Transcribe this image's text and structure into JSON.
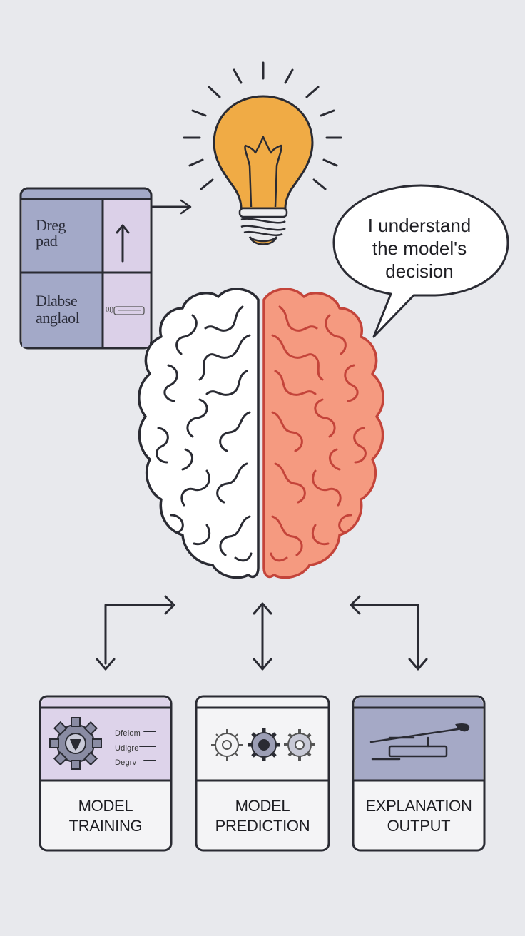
{
  "speech_bubble": {
    "line1": "I understand",
    "line2": "the model's",
    "line3": "decision"
  },
  "data_panel": {
    "cell_top_left_line1": "Dreg",
    "cell_top_left_line2": "pad",
    "cell_bottom_left_line1": "Dlabse",
    "cell_bottom_left_line2": "anglaol",
    "cell_bottom_right_scribble": "0l)",
    "fill_blue": "#a3a9c8",
    "fill_lavender": "#dbd0e8"
  },
  "cards": [
    {
      "line1": "MODEL",
      "line2": "TRAINING",
      "legend": [
        "Dfelom",
        "Udigre",
        "Degrv"
      ],
      "header_color": "#ddd3ea"
    },
    {
      "line1": "MODEL",
      "line2": "PREDICTION",
      "header_color": "#f1f1f4"
    },
    {
      "line1": "EXPLANATION",
      "line2": "OUTPUT",
      "header_color": "#a5a9c6"
    }
  ],
  "colors": {
    "background": "#e8e9ed",
    "bulb": "#f0ab45",
    "brain_right_fill": "#f59a80",
    "brain_right_stroke": "#c4443a",
    "outline": "#2a2b33"
  },
  "icons": [
    "lightbulb-icon",
    "brain-illustration",
    "gear-icon",
    "speech-bubble"
  ]
}
